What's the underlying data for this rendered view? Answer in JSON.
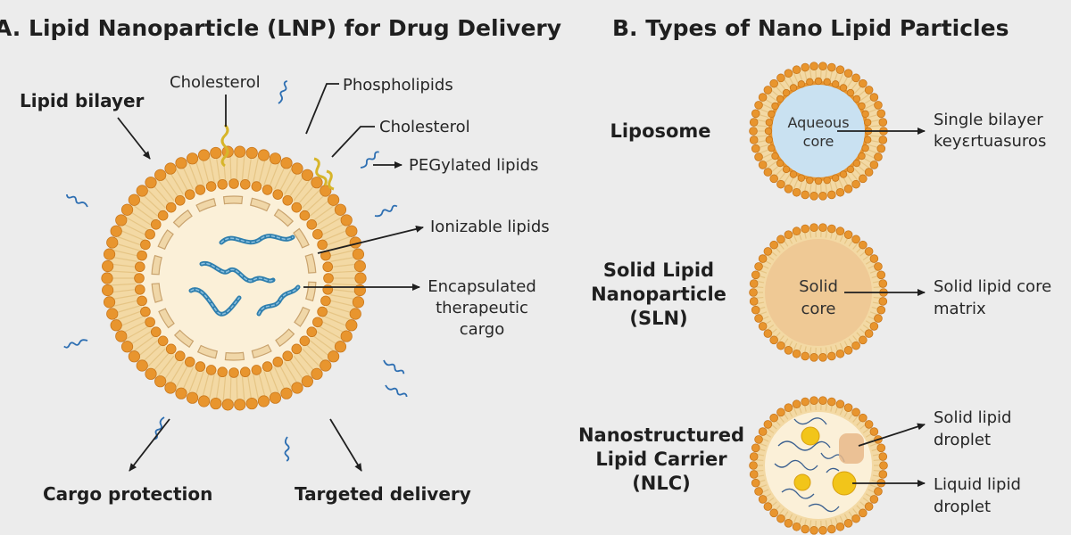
{
  "panel_a": {
    "title": "A. Lipid Nanoparticle (LNP) for Drug Delivery",
    "labels": {
      "lipid_bilayer": "Lipid bilayer",
      "cholesterol_top": "Cholesterol",
      "phospholipids": "Phospholipids",
      "cholesterol_right": "Cholesterol",
      "pegylated_lipids": "PEGylated lipids",
      "ionizable_lipids": "Ionizable lipids",
      "cargo_line1": "Encapsulated",
      "cargo_line2": "therapeutic",
      "cargo_line3": "cargo",
      "cargo_protection": "Cargo protection",
      "targeted_delivery": "Targeted delivery"
    }
  },
  "panel_b": {
    "title": "B. Types of Nano Lipid Particles",
    "liposome": {
      "name": "Liposome",
      "core_line1": "Aqueous",
      "core_line2": "core",
      "desc_line1": "Single bilayer",
      "desc_line2": "keyɛrtuasuros"
    },
    "sln": {
      "name_line1": "Solid Lipid",
      "name_line2": "Nanoparticle",
      "name_line3": "(SLN)",
      "core_line1": "Solid",
      "core_line2": "core",
      "desc_line1": "Solid lipid core",
      "desc_line2": "matrix"
    },
    "nlc": {
      "name_line1": "Nanostructured",
      "name_line2": "Lipid Carrier",
      "name_line3": "(NLC)",
      "solid_line1": "Solid lipid",
      "solid_line2": "droplet",
      "liquid_line1": "Liquid lipid",
      "liquid_line2": "droplet"
    }
  },
  "colors": {
    "head": "#e8952e",
    "head_stroke": "#c9771b",
    "tail": "#f3d9a4",
    "interior": "#fbf0d8",
    "aqueous": "#c9e1f1",
    "solid_core": "#efc995",
    "rna": "#2f7fae",
    "peg": "#2e6fb2",
    "cholesterol": "#d7b52a",
    "droplet": "#f2c51a"
  }
}
